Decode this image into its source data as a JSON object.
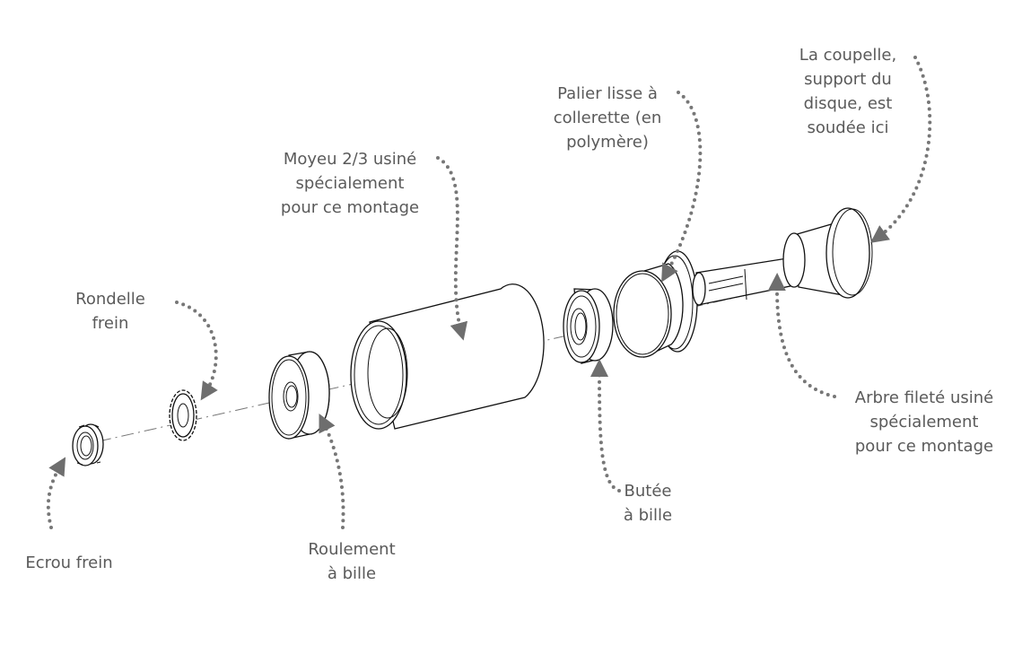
{
  "labels": {
    "coupelle": [
      "La coupelle,",
      "support du",
      "disque, est",
      "soudée ici"
    ],
    "palier": [
      "Palier lisse à",
      "collerette (en",
      "polymère)"
    ],
    "moyeu": [
      "Moyeu 2/3 usiné",
      "spécialement",
      "pour ce montage"
    ],
    "rondelle": [
      "Rondelle",
      "frein"
    ],
    "arbre": [
      "Arbre fileté usiné",
      "spécialement",
      "pour ce montage"
    ],
    "butee": [
      "Butée",
      "à bille"
    ],
    "roulement": [
      "Roulement",
      "à bille"
    ],
    "ecrou": [
      "Ecrou frein"
    ]
  },
  "colors": {
    "text": "#5a5a5a",
    "leader": "#777777",
    "line": "#111111"
  }
}
